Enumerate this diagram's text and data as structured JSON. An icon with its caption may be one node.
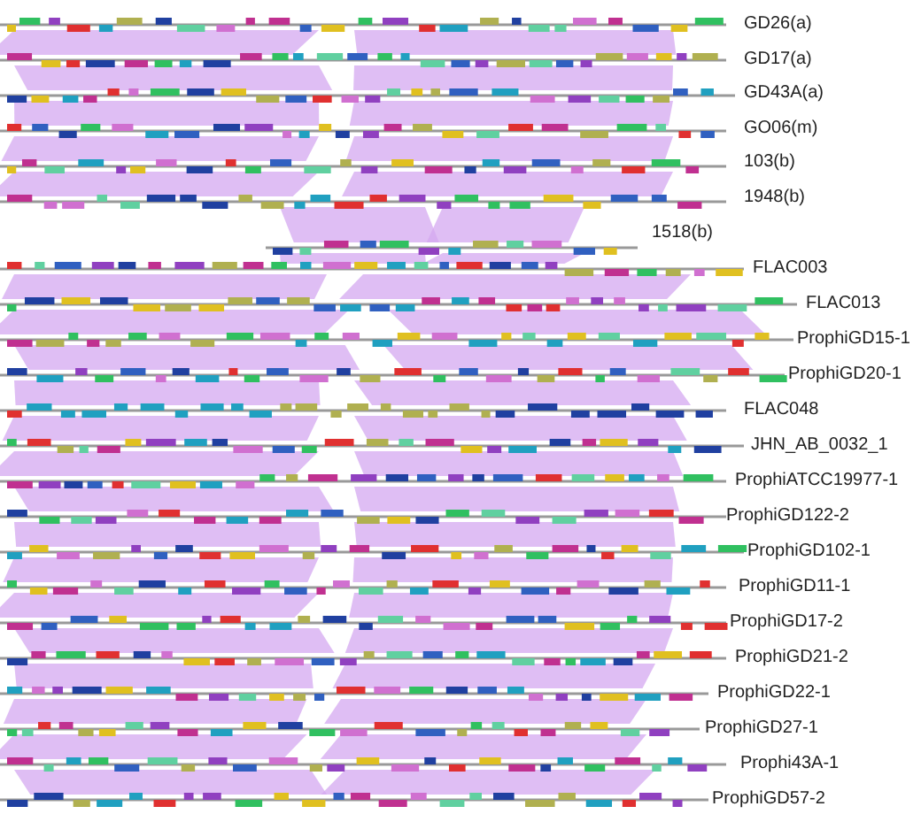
{
  "diagram": {
    "labels": [
      "GD26(a)",
      "GD17(a)",
      "GD43A(a)",
      "GO06(m)",
      "103(b)",
      "1948(b)",
      "1518(b)",
      "FLAC003",
      "FLAC013",
      "ProphiGD15-1",
      "ProphiGD20-1",
      "FLAC048",
      "JHN_AB_0032_1",
      "ProphiATCC19977-1",
      "ProphiGD122-2",
      "ProphiGD102-1",
      "ProphiGD11-1",
      "ProphiGD17-2",
      "ProphiGD21-2",
      "ProphiGD22-1",
      "ProphiGD27-1",
      "Prophi43A-1",
      "ProphiGD57-2"
    ]
  }
}
